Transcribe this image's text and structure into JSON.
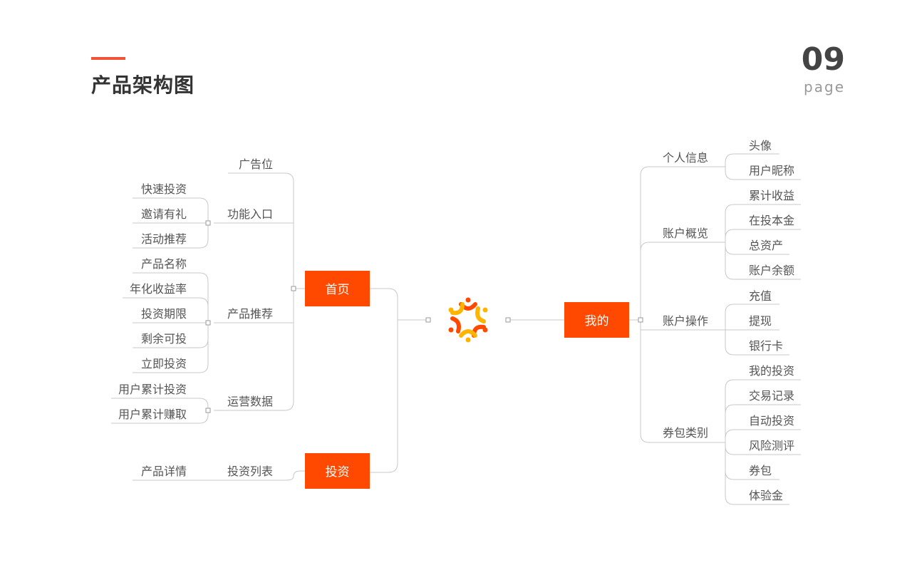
{
  "header": {
    "title": "产品架构图",
    "page_number": "09",
    "page_word": "page"
  },
  "colors": {
    "accent": "#f0553a",
    "box": "#ff4800",
    "line": "#c8c8c8"
  },
  "center": {
    "logo": "app-logo-icon"
  },
  "home": {
    "label": "首页",
    "groups": [
      {
        "label": "广告位",
        "items": []
      },
      {
        "label": "功能入口",
        "items": [
          "快速投资",
          "邀请有礼",
          "活动推荐"
        ]
      },
      {
        "label": "产品推荐",
        "items": [
          "产品名称",
          "年化收益率",
          "投资期限",
          "剩余可投",
          "立即投资"
        ]
      },
      {
        "label": "运营数据",
        "items": [
          "用户累计投资",
          "用户累计赚取"
        ]
      }
    ]
  },
  "invest": {
    "label": "投资",
    "groups": [
      {
        "label": "投资列表",
        "items": [
          "产品详情"
        ]
      }
    ]
  },
  "mine": {
    "label": "我的",
    "groups": [
      {
        "label": "个人信息",
        "items": [
          "头像",
          "用户昵称"
        ]
      },
      {
        "label": "账户概览",
        "items": [
          "累计收益",
          "在投本金",
          "总资产",
          "账户余额"
        ]
      },
      {
        "label": "账户操作",
        "items": [
          "充值",
          "提现",
          "银行卡"
        ]
      },
      {
        "label": "券包类别",
        "items": [
          "我的投资",
          "交易记录",
          "自动投资",
          "风险测评",
          "券包",
          "体验金"
        ]
      }
    ]
  }
}
